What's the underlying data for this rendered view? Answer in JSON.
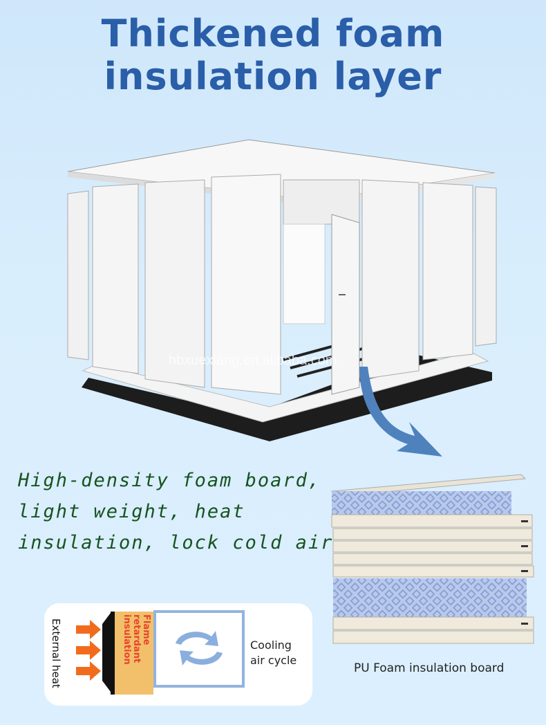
{
  "title": {
    "line1": "Thickened foam",
    "line2": "insulation layer"
  },
  "watermark": "hbxuexiang.en.alibaba.com",
  "features": {
    "line1": "High-density foam board,",
    "line2": "light weight, heat",
    "line3": "insulation, lock cold air"
  },
  "board_caption": "PU Foam insulation board",
  "diagram": {
    "external_heat": "External heat",
    "flame_layer": "Flame retardant insulation",
    "cooling": {
      "line1": "Cooling",
      "line2": "air cycle"
    }
  },
  "colors": {
    "title": "#2a5ea8",
    "features": "#16531f",
    "arrow": "#4f82bd",
    "heat_arrow": "#f26b1d",
    "flame_text": "#e8442b",
    "foam": "#f2c06a"
  }
}
